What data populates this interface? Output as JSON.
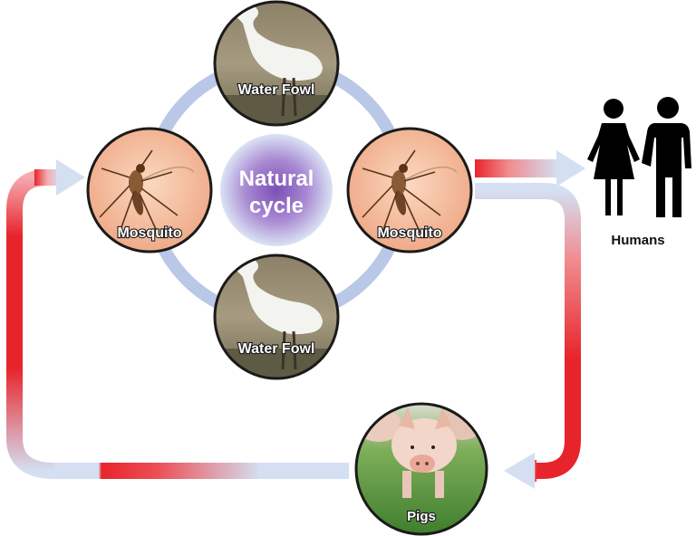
{
  "center": {
    "line1": "Natural",
    "line2": "cycle"
  },
  "nodes": {
    "water_fowl_top": "Water Fowl",
    "water_fowl_bottom": "Water Fowl",
    "mosquito_left": "Mosquito",
    "mosquito_right": "Mosquito",
    "pigs": "Pigs",
    "humans": "Humans"
  },
  "icons": {
    "mosquito": "mosquito-icon",
    "bird": "egret-icon",
    "pig": "pig-icon",
    "humans": "humans-icon"
  },
  "colors": {
    "transmission_red": "#e8242b",
    "transmission_light": "#d4dff2",
    "ring": "#b9c8e6",
    "center_purple": "#9a76c8",
    "mosquito_bg": "#f6c2a2",
    "grass": "#4e8a37"
  }
}
